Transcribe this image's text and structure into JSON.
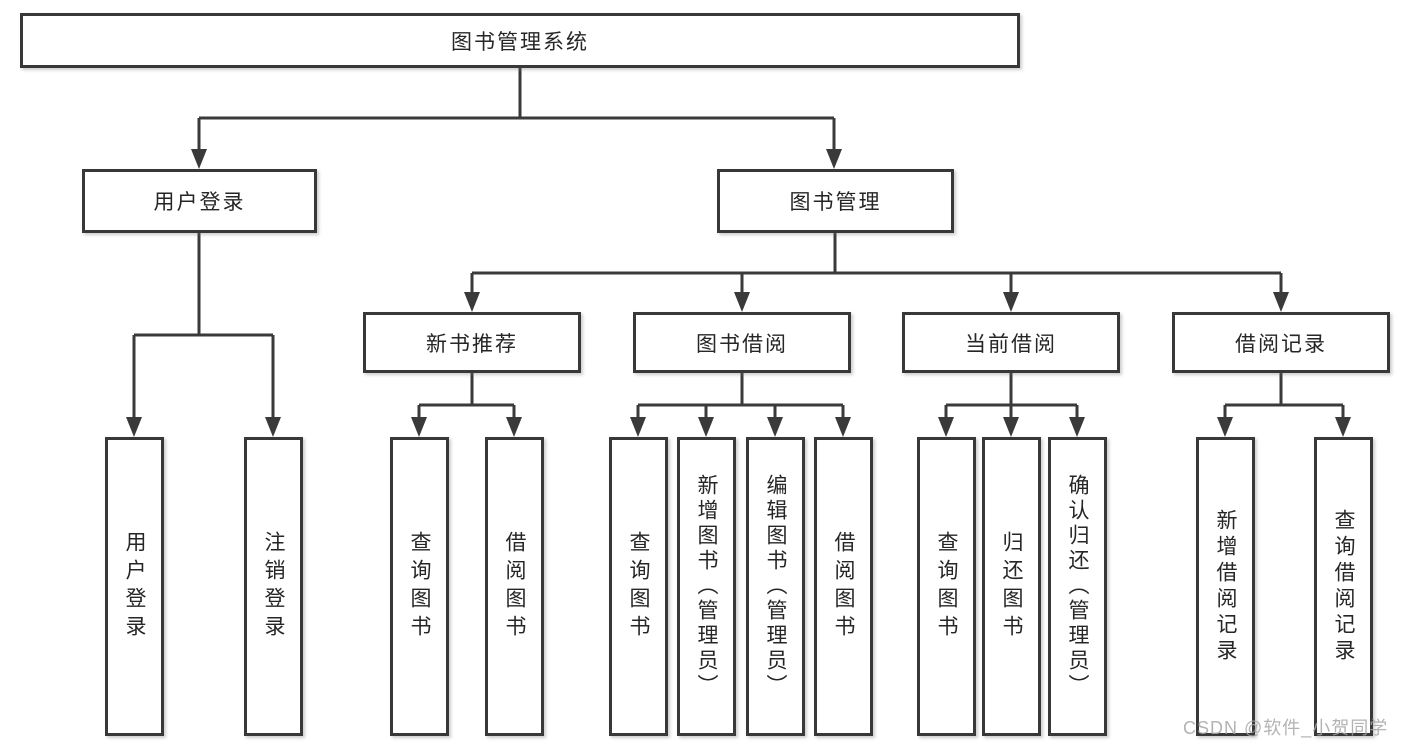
{
  "tree": {
    "root": "图书管理系统",
    "branches": [
      {
        "label": "用户登录",
        "children": [
          "用户登录",
          "注销登录"
        ]
      },
      {
        "label": "图书管理",
        "groups": [
          {
            "label": "新书推荐",
            "children": [
              "查询图书",
              "借阅图书"
            ]
          },
          {
            "label": "图书借阅",
            "children": [
              "查询图书",
              "新增图书（管理员）",
              "编辑图书（管理员）",
              "借阅图书"
            ]
          },
          {
            "label": "当前借阅",
            "children": [
              "查询图书",
              "归还图书",
              "确认归还（管理员）"
            ]
          },
          {
            "label": "借阅记录",
            "children": [
              "新增借阅记录",
              "查询借阅记录"
            ]
          }
        ]
      }
    ]
  },
  "watermark": {
    "text": "CSDN @软件_小贺同学"
  },
  "colors": {
    "line": "#3a3a3a",
    "box_border": "#383838",
    "text": "#262626",
    "watermark": "#a6a6a6",
    "background": "#ffffff"
  }
}
